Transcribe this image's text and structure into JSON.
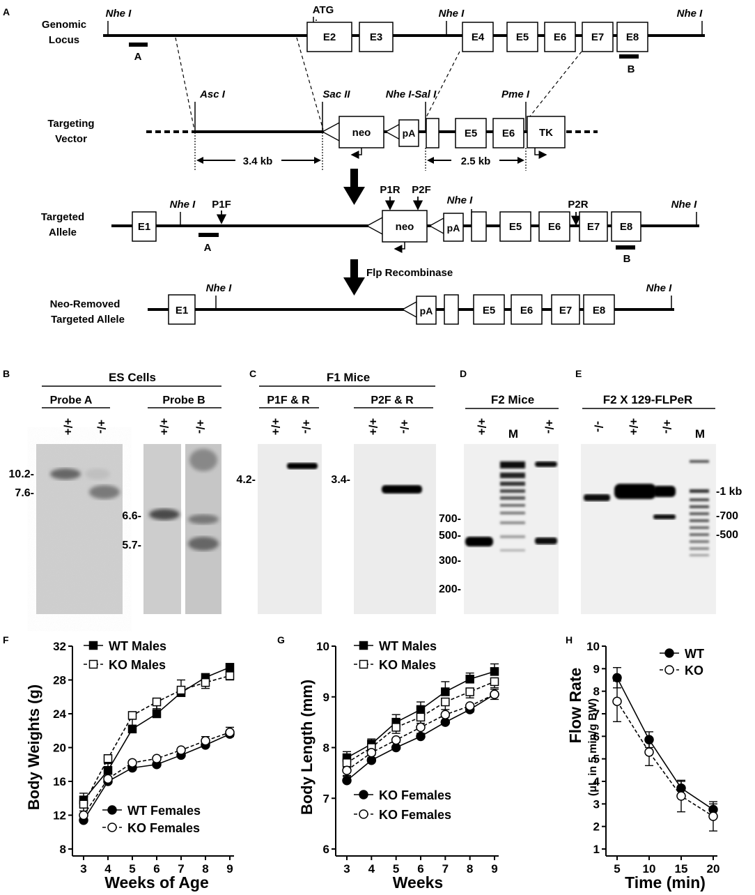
{
  "panel_letters": [
    "A",
    "B",
    "C",
    "D",
    "E",
    "F",
    "G",
    "H"
  ],
  "panel_a": {
    "row_labels": {
      "genomic": [
        "Genomic",
        "Locus"
      ],
      "vector": [
        "Targeting",
        "Vector"
      ],
      "targeted": [
        "Targeted",
        "Allele"
      ],
      "neo_removed": [
        "Neo-Removed",
        "Targeted Allele"
      ]
    },
    "atg": "ATG",
    "nhe": "Nhe I",
    "asc": "Asc I",
    "sac": "Sac II",
    "nhe_sal": "Nhe I-Sal I",
    "pme": "Pme I",
    "exons": {
      "e1": "E1",
      "e2": "E2",
      "e3": "E3",
      "e4": "E4",
      "e5": "E5",
      "e6": "E6",
      "e7": "E7",
      "e8": "E8"
    },
    "neo": "neo",
    "pa": "pA",
    "tk": "TK",
    "probe_a": "A",
    "probe_b": "B",
    "dist1": "3.4 kb",
    "dist2": "2.5 kb",
    "primers": {
      "p1f": "P1F",
      "p1r": "P1R",
      "p2f": "P2F",
      "p2r": "P2R"
    },
    "flp": "Flp Recombinase"
  },
  "panel_b": {
    "title": "ES Cells",
    "probe_a": "Probe A",
    "probe_b": "Probe B",
    "genotypes": [
      "+/+",
      "+/-",
      "+/+",
      "+/-"
    ],
    "sizes": [
      "10.2-",
      "7.6-",
      "6.6-",
      "5.7-"
    ]
  },
  "panel_c": {
    "title": "F1 Mice",
    "group1": "P1F & R",
    "group2": "P2F & R",
    "genotypes": [
      "+/+",
      "+/-",
      "+/+",
      "+/-"
    ],
    "sizes": [
      "4.2-",
      "3.4-"
    ]
  },
  "panel_d": {
    "title": "F2 Mice",
    "lanes": [
      "+/+",
      "M",
      "+/-"
    ],
    "sizes": [
      "700-",
      "500-",
      "300-",
      "200-"
    ]
  },
  "panel_e": {
    "title": "F2 X 129-FLPeR",
    "lanes": [
      "-/-",
      "+/+",
      "+/-",
      "M"
    ],
    "sizes": [
      "-1 kb",
      "-700",
      "-500"
    ]
  },
  "chart_data": [
    {
      "type": "line",
      "panel": "F",
      "xlabel": "Weeks of Age",
      "ylabel": "Body Weights (g)",
      "x": [
        3,
        4,
        5,
        6,
        7,
        8,
        9
      ],
      "xlim": [
        3,
        9
      ],
      "ylim": [
        8,
        32
      ],
      "yticks": [
        8,
        12,
        16,
        20,
        24,
        28,
        32
      ],
      "series": [
        {
          "name": "WT Males",
          "marker": "filled-square",
          "values": [
            13.8,
            17.3,
            22.2,
            24.0,
            26.5,
            28.3,
            29.5
          ],
          "err": [
            0.8,
            0.8,
            1.5,
            1.2,
            1.5,
            0.4,
            0.4
          ]
        },
        {
          "name": "KO Males",
          "marker": "open-square",
          "values": [
            13.3,
            18.7,
            23.8,
            25.4,
            26.8,
            27.7,
            28.5
          ],
          "err": [
            0.8,
            0.5,
            0.4,
            0.8,
            0.7,
            0.7,
            0.5
          ]
        },
        {
          "name": "WT Females",
          "marker": "filled-circle",
          "values": [
            11.4,
            16.0,
            17.6,
            18.0,
            19.1,
            20.3,
            21.6
          ],
          "err": [
            0.4,
            0.5,
            0.7,
            0.8,
            0.8,
            1.0,
            0.8
          ]
        },
        {
          "name": "KO Females",
          "marker": "open-circle",
          "values": [
            12.0,
            16.3,
            18.2,
            18.7,
            19.7,
            20.8,
            21.8
          ],
          "err": [
            0.5,
            0.5,
            0.5,
            0.5,
            0.5,
            0.5,
            0.5
          ]
        }
      ]
    },
    {
      "type": "line",
      "panel": "G",
      "xlabel": "Weeks",
      "ylabel": "Body Length (mm)",
      "x": [
        3,
        4,
        5,
        6,
        7,
        8,
        9
      ],
      "xlim": [
        3,
        9
      ],
      "ylim": [
        6,
        10
      ],
      "yticks": [
        6,
        7,
        8,
        9,
        10
      ],
      "series": [
        {
          "name": "WT Males",
          "marker": "filled-square",
          "values": [
            7.8,
            8.07,
            8.5,
            8.75,
            9.1,
            9.35,
            9.5
          ],
          "err": [
            0.12,
            0.1,
            0.15,
            0.15,
            0.2,
            0.12,
            0.15
          ]
        },
        {
          "name": "KO Males",
          "marker": "open-square",
          "values": [
            7.7,
            8.0,
            8.4,
            8.6,
            8.9,
            9.1,
            9.3
          ],
          "err": [
            0.1,
            0.1,
            0.12,
            0.12,
            0.15,
            0.12,
            0.12
          ]
        },
        {
          "name": "KO Females",
          "marker": "filled-circle",
          "values": [
            7.35,
            7.75,
            8.0,
            8.22,
            8.5,
            8.75,
            9.05
          ],
          "err": [
            0.08,
            0.1,
            0.1,
            0.15,
            0.1,
            0.08,
            0.1
          ]
        },
        {
          "name": "KO Females",
          "marker": "open-circle",
          "values": [
            7.55,
            7.9,
            8.15,
            8.4,
            8.65,
            8.82,
            9.05
          ],
          "err": [
            0.1,
            0.1,
            0.12,
            0.12,
            0.15,
            0.12,
            0.1
          ]
        }
      ]
    },
    {
      "type": "line",
      "panel": "H",
      "xlabel": "Time (min)",
      "ylabel": "Flow Rate",
      "ylabel2": "(μL in 5 min/g BW)",
      "x": [
        5,
        10,
        15,
        20
      ],
      "xlim": [
        5,
        20
      ],
      "ylim": [
        1,
        10
      ],
      "yticks": [
        1,
        2,
        3,
        4,
        5,
        6,
        7,
        8,
        9,
        10
      ],
      "series": [
        {
          "name": "WT",
          "marker": "filled-circle",
          "values": [
            8.6,
            5.85,
            3.7,
            2.75
          ],
          "err": [
            0.45,
            0.35,
            0.3,
            0.25
          ]
        },
        {
          "name": "KO",
          "marker": "open-circle",
          "values": [
            7.55,
            5.3,
            3.35,
            2.45
          ],
          "err": [
            0.9,
            0.6,
            0.7,
            0.65
          ]
        }
      ]
    }
  ]
}
